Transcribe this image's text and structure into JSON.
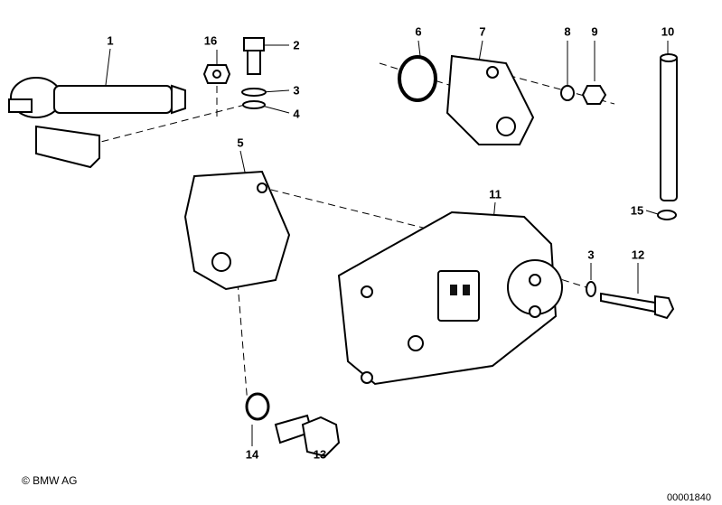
{
  "callouts": [
    {
      "id": "c1",
      "text": "1"
    },
    {
      "id": "c16",
      "text": "16"
    },
    {
      "id": "c2",
      "text": "2"
    },
    {
      "id": "c3a",
      "text": "3"
    },
    {
      "id": "c4",
      "text": "4"
    },
    {
      "id": "c5",
      "text": "5"
    },
    {
      "id": "c6",
      "text": "6"
    },
    {
      "id": "c7",
      "text": "7"
    },
    {
      "id": "c8",
      "text": "8"
    },
    {
      "id": "c9",
      "text": "9"
    },
    {
      "id": "c10",
      "text": "10"
    },
    {
      "id": "c11",
      "text": "11"
    },
    {
      "id": "c15",
      "text": "15"
    },
    {
      "id": "c3b",
      "text": "3"
    },
    {
      "id": "c12",
      "text": "12"
    },
    {
      "id": "c14",
      "text": "14"
    },
    {
      "id": "c13",
      "text": "13"
    }
  ],
  "copyright": "© BMW AG",
  "diagram_code": "00001840"
}
